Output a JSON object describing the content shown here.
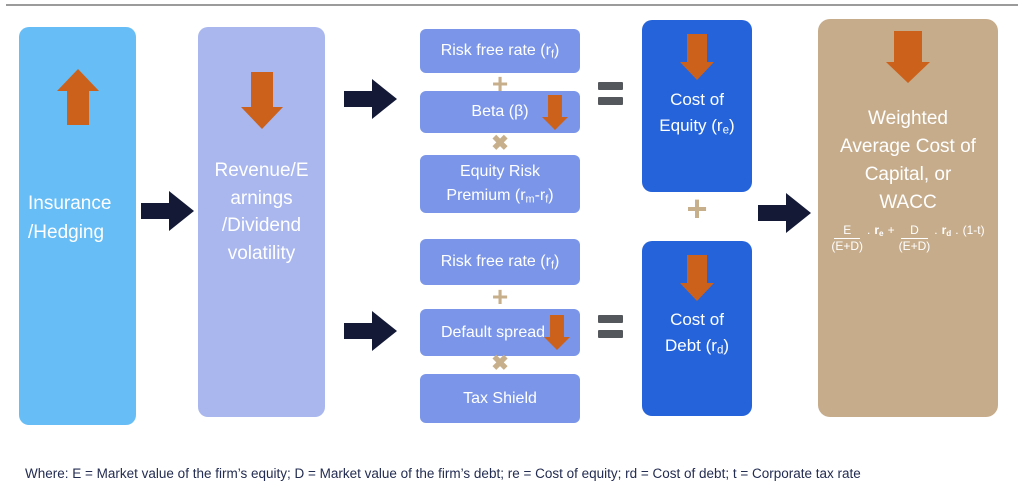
{
  "colors": {
    "sky_box": "#67bdf6",
    "periwinkle_box": "#a9b7ee",
    "cornflower_box": "#7b96e8",
    "royal_box": "#2563db",
    "tan_box": "#c6ac8b",
    "orange_arrow": "#cb611b",
    "navy_arrow": "#141a35",
    "tan_operator": "#c8af8b",
    "equals_gray": "#54585d",
    "caption_text": "#232c51"
  },
  "boxes": {
    "insurance": {
      "label": "Insurance\n/Hedging"
    },
    "revenue": {
      "label": "Revenue/E\narnings\n/Dividend\nvolatility"
    },
    "risk_free_top": {
      "pre": "Risk free rate (r",
      "sub": "f",
      "post": ")"
    },
    "beta": {
      "label": "Beta (β)"
    },
    "erp": {
      "line1": "Equity Risk",
      "pre": "Premium (r",
      "sub1": "m",
      "mid": "-r",
      "sub2": "f",
      "post": ")"
    },
    "risk_free_bottom": {
      "pre": "Risk free rate (r",
      "sub": "f",
      "post": ")"
    },
    "default_spread": {
      "label": "Default spread"
    },
    "tax_shield": {
      "label": "Tax Shield"
    },
    "cost_equity": {
      "line1": "Cost of",
      "pre": "Equity (r",
      "sub": "e",
      "post": ")"
    },
    "cost_debt": {
      "line1": "Cost of",
      "pre": "Debt (r",
      "sub": "d",
      "post": ")"
    },
    "wacc": {
      "title": "Weighted\nAverage Cost of\nCapital, or\nWACC",
      "formula": {
        "num1": "E",
        "den1": "(E+D)",
        "dot1": ".",
        "r1": "r",
        "r1sub": "e",
        "plus": "+",
        "num2": "D",
        "den2": "(E+D)",
        "dot2": ".",
        "r2": "r",
        "r2sub": "d",
        "dot3": ".",
        "tail": "(1-t)"
      }
    }
  },
  "operators": {
    "plus": "+",
    "times": "✖"
  },
  "caption": "Where: E = Market value of the firm’s equity; D = Market value of the firm’s debt; re = Cost of equity; rd = Cost of debt; t = Corporate tax rate"
}
